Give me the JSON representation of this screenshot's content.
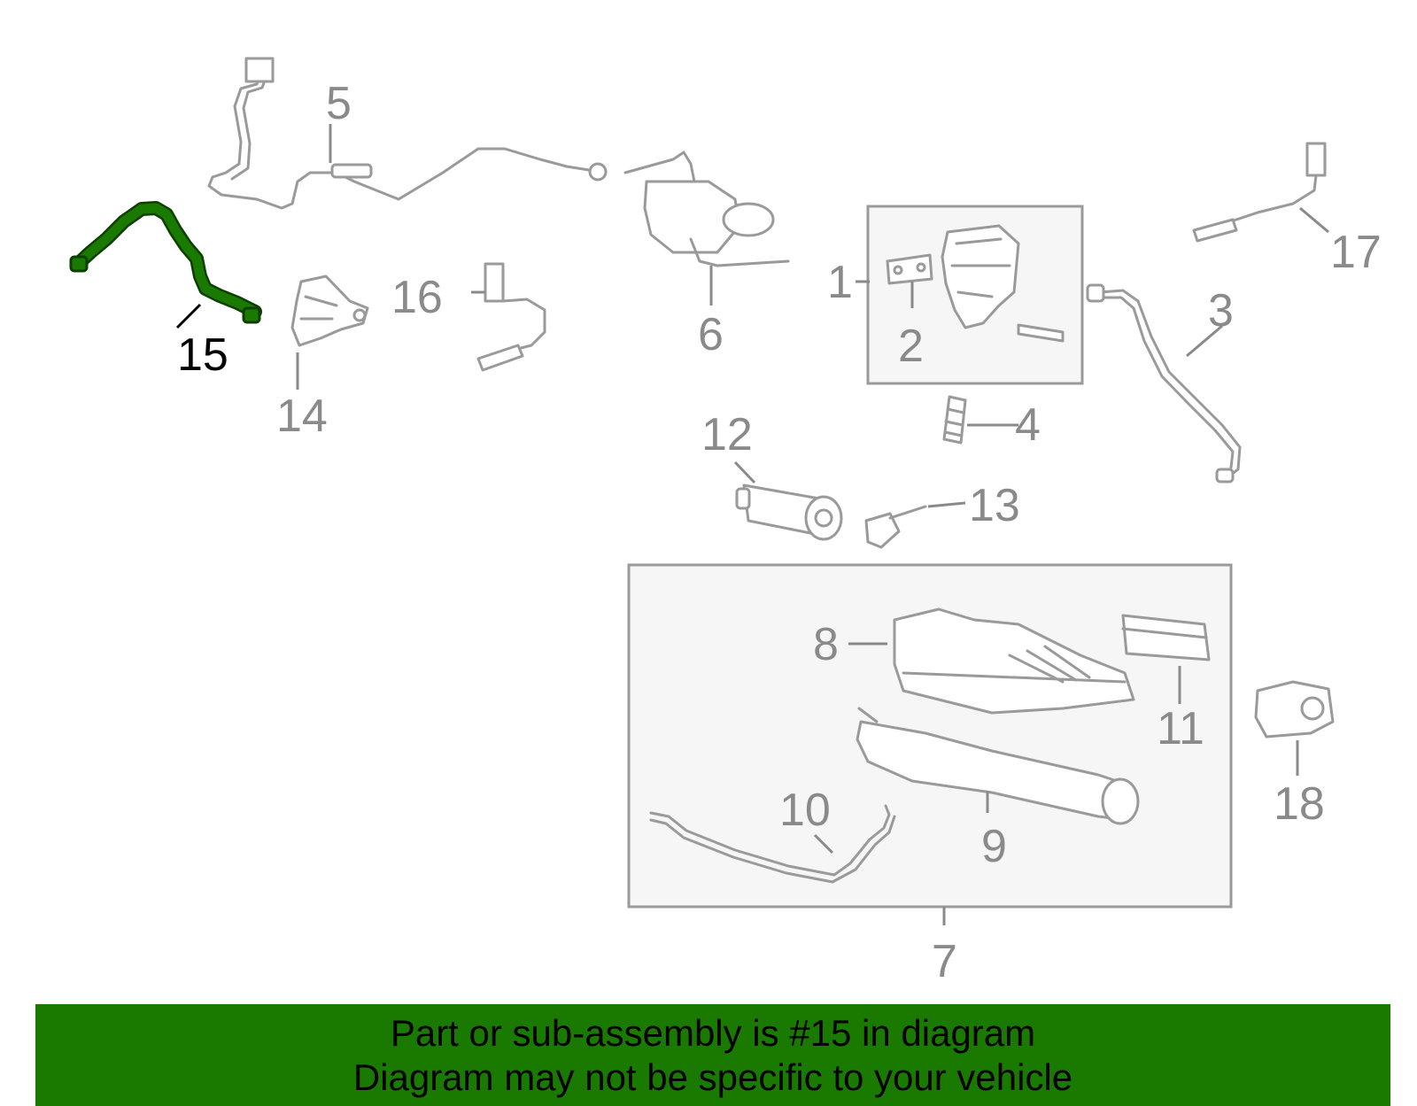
{
  "diagram": {
    "callouts": [
      "1",
      "2",
      "3",
      "4",
      "5",
      "6",
      "7",
      "8",
      "9",
      "10",
      "11",
      "12",
      "13",
      "14",
      "15",
      "16",
      "17",
      "18"
    ],
    "highlighted_callout": "15",
    "colors": {
      "highlight": "#1a7a00",
      "highlight_dark": "#0d3f00",
      "banner": "#1a7a00",
      "part_line": "#9a9a9a",
      "box_fill": "#f6f6f6"
    }
  },
  "banner": {
    "line1": "Part or sub-assembly is #15 in diagram",
    "line2": "Diagram may not be specific to your vehicle"
  }
}
